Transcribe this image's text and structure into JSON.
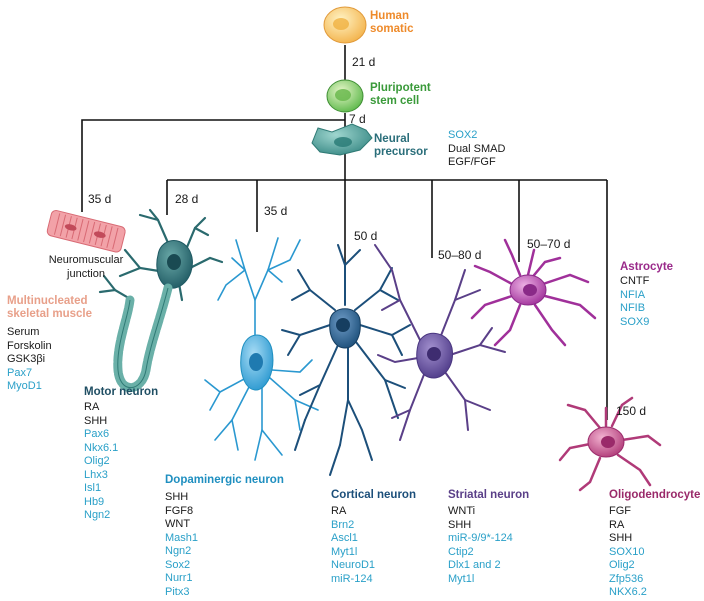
{
  "colors": {
    "human": "#ee8a2a",
    "stem": "#3a9a3a",
    "neural": "#2a6e7a",
    "muscle": "#e8a08a",
    "motor": "#1f4e63",
    "dopa": "#1f8fc0",
    "cortical": "#1c4f7a",
    "striatal": "#5a3f88",
    "astro": "#9a2a8a",
    "oligo": "#9a2a6a",
    "factor_black": "#1a1a1a",
    "factor_cyan": "#2aa0c8"
  },
  "icons": [
    "human-somatic-cell-icon",
    "pluripotent-stem-cell-icon",
    "neural-precursor-cell-icon",
    "muscle-fiber-icon",
    "motor-neuron-icon",
    "dopaminergic-neuron-icon",
    "cortical-neuron-icon",
    "striatal-neuron-icon",
    "astrocyte-icon",
    "oligodendrocyte-icon"
  ],
  "nodes": {
    "human": {
      "title_l1": "Human",
      "title_l2": "somatic"
    },
    "stem": {
      "title_l1": "Pluripotent",
      "title_l2": "stem cell"
    },
    "neural": {
      "title_l1": "Neural",
      "title_l2": "precursor"
    },
    "muscle": {
      "title_l1": "Multinucleated",
      "title_l2": "skeletal muscle"
    },
    "motor": {
      "title": "Motor neuron"
    },
    "dopa": {
      "title": "Dopaminergic neuron"
    },
    "cortical": {
      "title": "Cortical neuron"
    },
    "striatal": {
      "title": "Striatal neuron"
    },
    "astro": {
      "title": "Astrocyte"
    },
    "oligo": {
      "title": "Oligodendrocyte"
    }
  },
  "junction": {
    "l1": "Neuromuscular",
    "l2": "junction"
  },
  "days": {
    "d21": "21 d",
    "d7": "7 d",
    "d35_muscle": "35 d",
    "d28_motor": "28 d",
    "d35_dopa": "35 d",
    "d50_cortical": "50 d",
    "d50_80": "50–80 d",
    "d50_70": "50–70 d",
    "d150": "150 d"
  },
  "factors": {
    "neural": [
      {
        "t": "SOX2",
        "c": "cyan"
      },
      {
        "t": "Dual SMAD",
        "c": "blk"
      },
      {
        "t": "EGF/FGF",
        "c": "blk"
      }
    ],
    "muscle": [
      {
        "t": "Serum",
        "c": "blk"
      },
      {
        "t": "Forskolin",
        "c": "blk"
      },
      {
        "t": "GSK3βi",
        "c": "blk"
      },
      {
        "t": "Pax7",
        "c": "cyan"
      },
      {
        "t": "MyoD1",
        "c": "cyan"
      }
    ],
    "motor": [
      {
        "t": "RA",
        "c": "blk"
      },
      {
        "t": "SHH",
        "c": "blk"
      },
      {
        "t": "Pax6",
        "c": "cyan"
      },
      {
        "t": "Nkx6.1",
        "c": "cyan"
      },
      {
        "t": "Olig2",
        "c": "cyan"
      },
      {
        "t": "Lhx3",
        "c": "cyan"
      },
      {
        "t": "Isl1",
        "c": "cyan"
      },
      {
        "t": "Hb9",
        "c": "cyan"
      },
      {
        "t": "Ngn2",
        "c": "cyan"
      }
    ],
    "dopa": [
      {
        "t": "SHH",
        "c": "blk"
      },
      {
        "t": "FGF8",
        "c": "blk"
      },
      {
        "t": "WNT",
        "c": "blk"
      },
      {
        "t": "Mash1",
        "c": "cyan"
      },
      {
        "t": "Ngn2",
        "c": "cyan"
      },
      {
        "t": "Sox2",
        "c": "cyan"
      },
      {
        "t": "Nurr1",
        "c": "cyan"
      },
      {
        "t": "Pitx3",
        "c": "cyan"
      }
    ],
    "cortical": [
      {
        "t": "RA",
        "c": "blk"
      },
      {
        "t": "Brn2",
        "c": "cyan"
      },
      {
        "t": "Ascl1",
        "c": "cyan"
      },
      {
        "t": "Myt1l",
        "c": "cyan"
      },
      {
        "t": "NeuroD1",
        "c": "cyan"
      },
      {
        "t": "miR-124",
        "c": "cyan"
      }
    ],
    "striatal": [
      {
        "t": "WNTi",
        "c": "blk"
      },
      {
        "t": "SHH",
        "c": "blk"
      },
      {
        "t": "miR-9/9*-124",
        "c": "cyan"
      },
      {
        "t": "Ctip2",
        "c": "cyan"
      },
      {
        "t": "Dlx1 and 2",
        "c": "cyan"
      },
      {
        "t": "Myt1l",
        "c": "cyan"
      }
    ],
    "astro": [
      {
        "t": "CNTF",
        "c": "blk"
      },
      {
        "t": "NFIA",
        "c": "cyan"
      },
      {
        "t": "NFIB",
        "c": "cyan"
      },
      {
        "t": "SOX9",
        "c": "cyan"
      }
    ],
    "oligo": [
      {
        "t": "FGF",
        "c": "blk"
      },
      {
        "t": "RA",
        "c": "blk"
      },
      {
        "t": "SHH",
        "c": "blk"
      },
      {
        "t": "SOX10",
        "c": "cyan"
      },
      {
        "t": "Olig2",
        "c": "cyan"
      },
      {
        "t": "Zfp536",
        "c": "cyan"
      },
      {
        "t": "NKX6.2",
        "c": "cyan"
      }
    ]
  }
}
